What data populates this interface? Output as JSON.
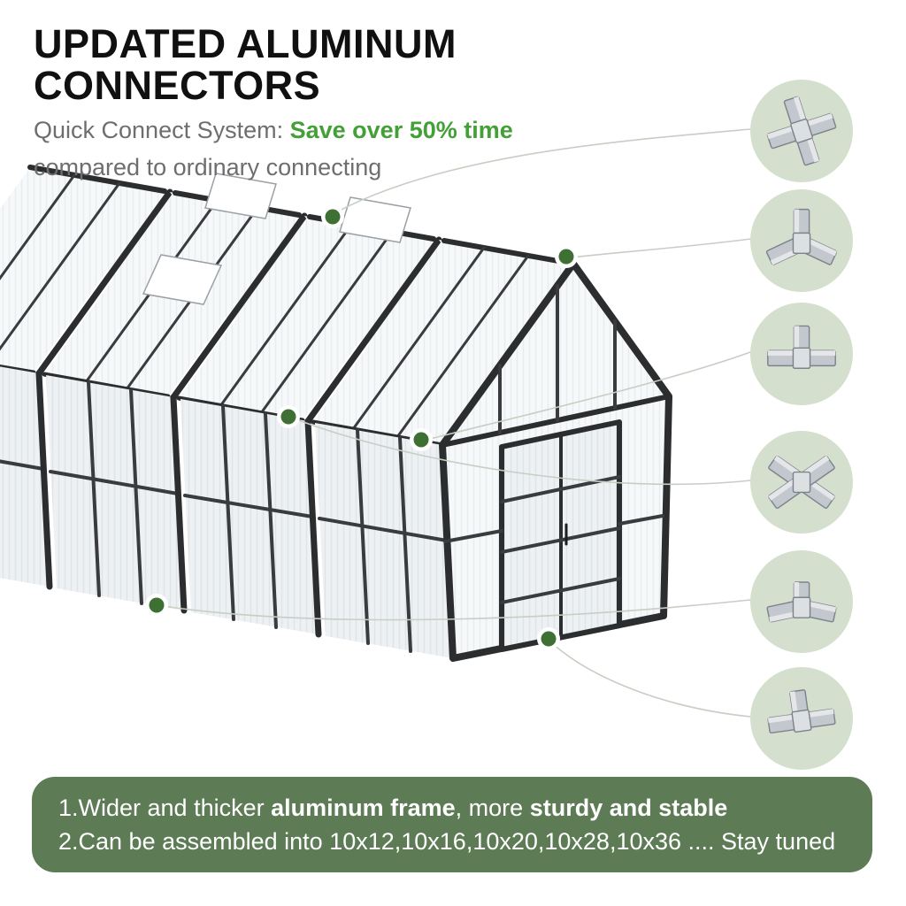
{
  "header": {
    "title": "UPDATED ALUMINUM CONNECTORS",
    "subtitle_prefix": "Quick Connect System: ",
    "subtitle_highlight": "Save over 50% time",
    "subtitle_line2": "compared to ordinary connecting"
  },
  "banner": {
    "line1_prefix": "1.Wider and thicker ",
    "line1_bold1": "aluminum frame",
    "line1_mid": ", more ",
    "line1_bold2": "sturdy and stable",
    "line2": "2.Can be assembled into 10x12,10x16,10x20,10x28,10x36 .... Stay tuned"
  },
  "callouts": {
    "badges": [
      {
        "icon": "connector-cross-4way-icon"
      },
      {
        "icon": "connector-corner-3way-icon"
      },
      {
        "icon": "connector-tee-3way-icon"
      },
      {
        "icon": "connector-cross-diagonal-icon"
      },
      {
        "icon": "connector-corner-3way-b-icon"
      },
      {
        "icon": "connector-tee-vertical-icon"
      }
    ]
  },
  "colors": {
    "accent_green": "#43a036",
    "banner_green": "#5d7b55",
    "badge_green": "#d4dfcd",
    "dot_green": "#3e6f33",
    "frame_dark": "#2c2d2f"
  }
}
